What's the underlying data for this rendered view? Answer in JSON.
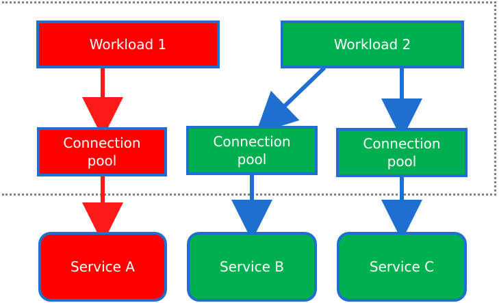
{
  "workloads": [
    {
      "label": "Workload 1"
    },
    {
      "label": "Workload 2"
    }
  ],
  "pools": [
    {
      "line1": "Connection",
      "line2": "pool"
    },
    {
      "line1": "Connection",
      "line2": "pool"
    },
    {
      "line1": "Connection",
      "line2": "pool"
    }
  ],
  "services": [
    {
      "label": "Service A"
    },
    {
      "label": "Service B"
    },
    {
      "label": "Service C"
    }
  ],
  "colors": {
    "red": "#ff0000",
    "green": "#00b050",
    "blue": "#1f6fd0",
    "arrow_red": "#ff1a1a",
    "arrow_blue": "#1f6fd0"
  }
}
